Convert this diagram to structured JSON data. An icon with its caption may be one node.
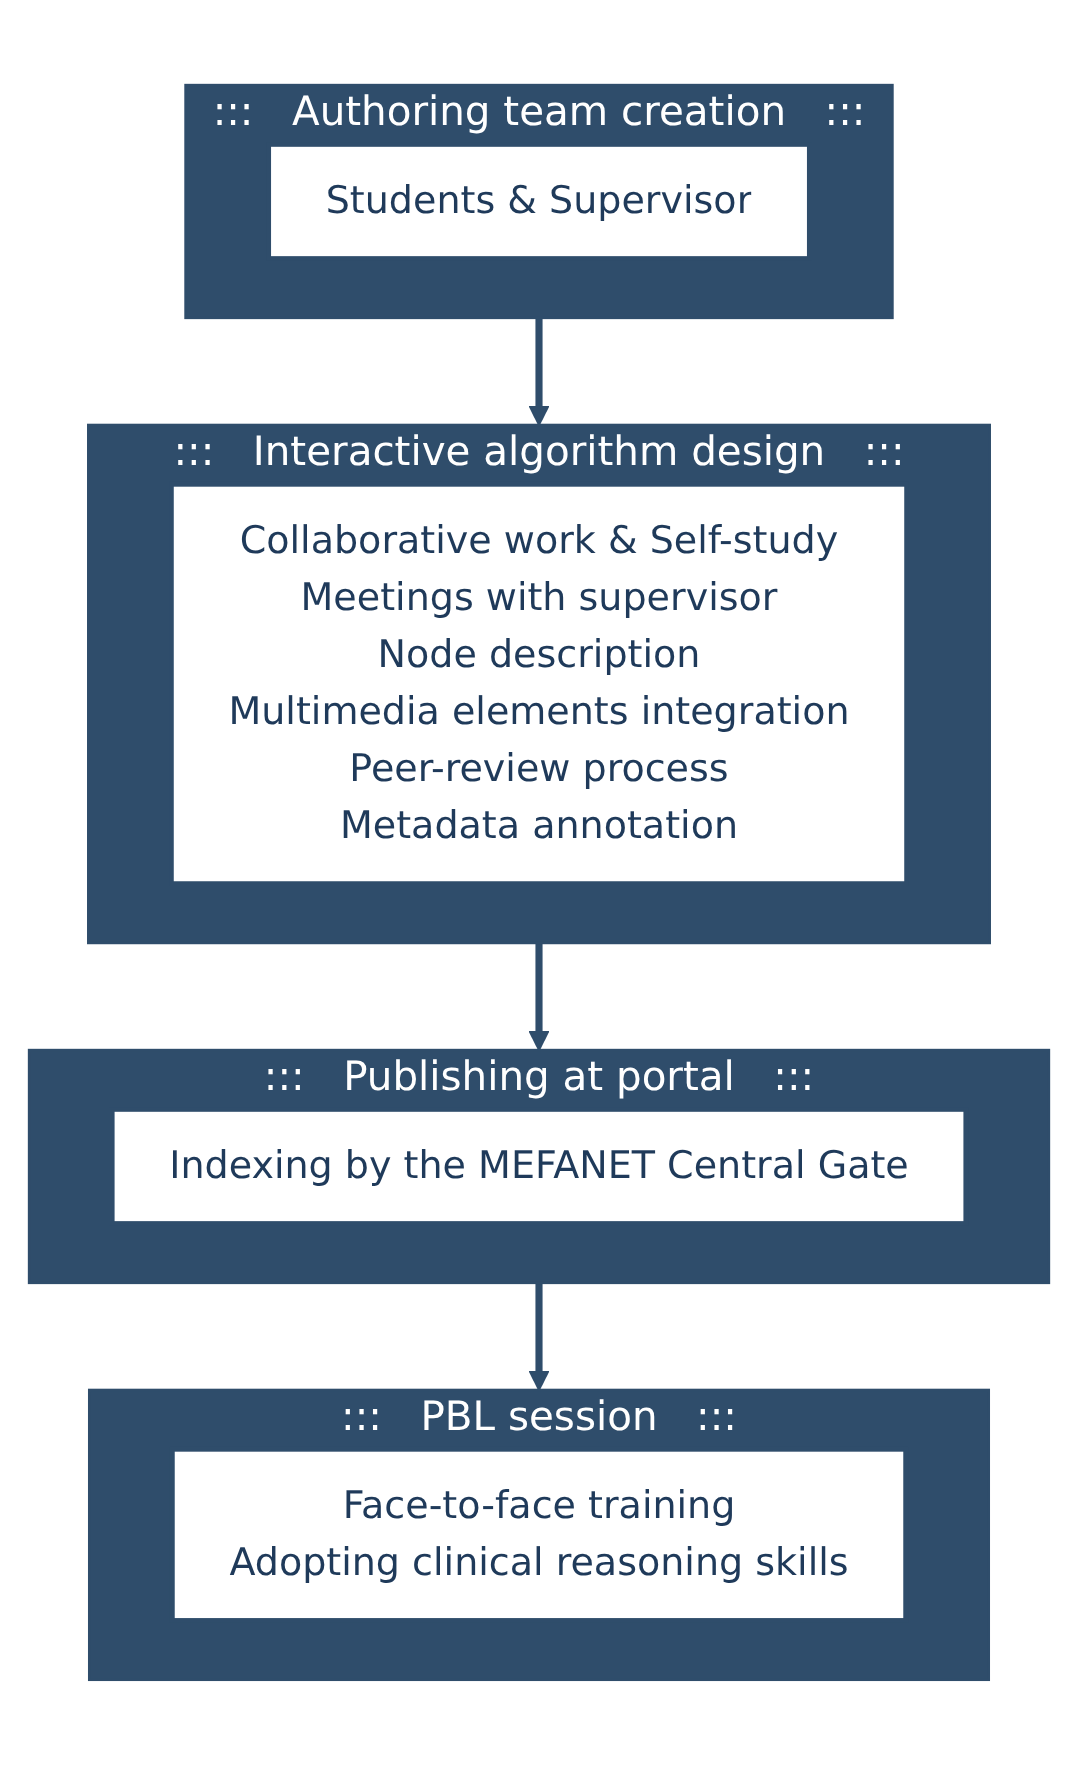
{
  "diagram": {
    "nodes": [
      {
        "text": [
          ":::",
          "Authoring team creation",
          ":::"
        ]
      },
      {
        "text": [
          "Students & Supervisor"
        ],
        "in": 0
      },
      {
        "text": [
          ":::",
          "Interactive algorithm design",
          ":::"
        ]
      },
      {
        "text": [
          "Collaborative work & Self-study",
          "Meetings with supervisor",
          "Node description",
          "Multimedia elements integration",
          "Peer-review process",
          "Metadata annotation"
        ],
        "in": 2
      },
      {
        "text": [
          ":::",
          "Publishing at portal",
          ":::"
        ]
      },
      {
        "text": [
          "Indexing by the MEFANET Central Gate"
        ],
        "in": 4
      },
      {
        "text": [
          ":::",
          "PBL session",
          ":::"
        ]
      },
      {
        "text": [
          "Face-to-face training",
          "Adopting clinical reasoning skills"
        ],
        "in": 6
      }
    ],
    "edges": [
      {
        "from": 0,
        "to": 2,
        "arrow": "to"
      },
      {
        "from": 2,
        "to": 4,
        "arrow": "to"
      },
      {
        "from": 4,
        "to": 6,
        "arrow": "to"
      }
    ]
  }
}
